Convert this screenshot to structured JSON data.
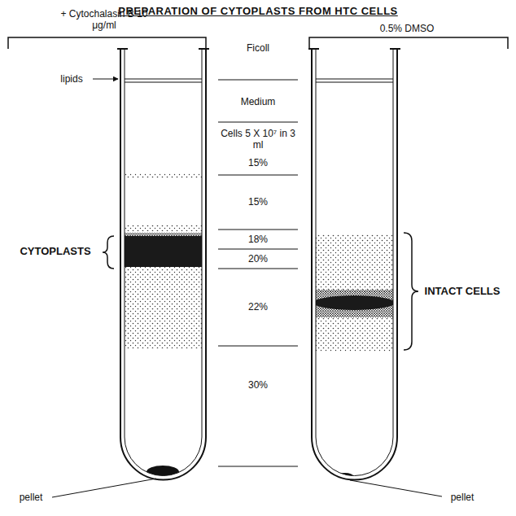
{
  "diagram": {
    "title": "PREPARATION OF CYTOPLASTS FROM HTC CELLS",
    "labels": [
      "+ Cytochalasin B 10 μg/ml",
      "0.5% DMSO",
      "Ficoll",
      "lipids",
      "Medium",
      "Cells 5 X 10⁷ in 3 ml",
      "15%",
      "15%",
      "18%",
      "20%",
      "22%",
      "30%",
      "CYTOPLASTS",
      "INTACT CELLS",
      "pellet",
      "pellet"
    ]
  }
}
